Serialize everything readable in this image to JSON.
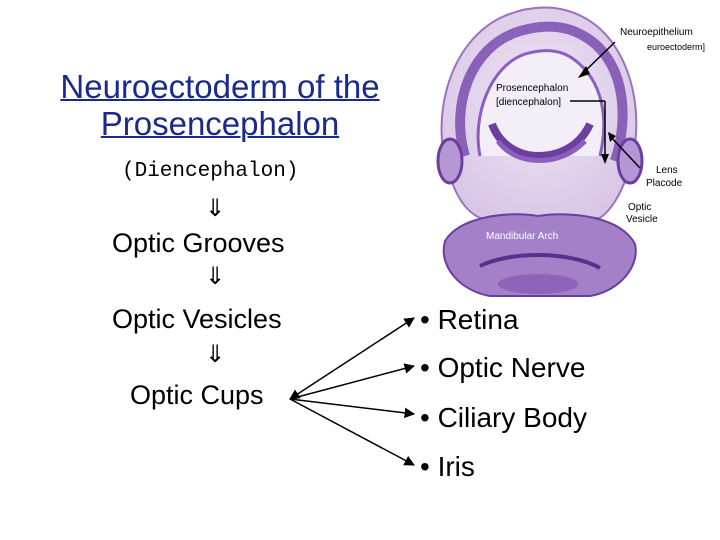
{
  "title_lines": [
    "Neuroectoderm of the",
    "Prosencephalon"
  ],
  "subtitle": "(Diencephalon)",
  "arrow_glyph": "⇓",
  "steps": [
    "Optic Grooves",
    "Optic Vesicles",
    "Optic Cups"
  ],
  "outcomes": [
    "• Retina",
    "• Optic Nerve",
    "• Ciliary Body",
    "• Iris"
  ],
  "micrograph_labels": {
    "neuroepithelium": "Neuroepithelium",
    "ectoderm": "euroectoderm]",
    "prosencephalon": "Prosencephalon",
    "diencephalon": "[diencephalon]",
    "lens": "Lens",
    "placode": "Placode",
    "optic": "Optic",
    "vesicle": "Vesicle",
    "mandibular": "Mandibular Arch"
  },
  "colors": {
    "title": "#1a2a8c",
    "stain_dark": "#6b3fa0",
    "stain_light": "#d8c8e8"
  }
}
